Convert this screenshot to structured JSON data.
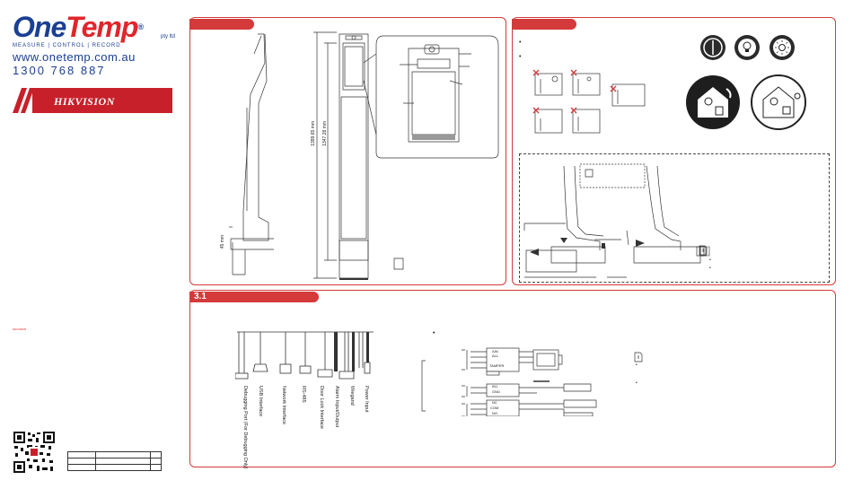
{
  "brand": {
    "logo_one": "One",
    "logo_temp": "Temp",
    "logo_reg": "®",
    "logo_suffix": "pty ltd",
    "tagline": "MEASURE | CONTROL | RECORD",
    "website": "www.onetemp.com.au",
    "phone": "1300 768 887",
    "partner": "HIKVISION",
    "small_mark": "HIKVISION"
  },
  "colors": {
    "accent_red": "#d43a3a",
    "brand_blue": "#1b3f95",
    "brand_red": "#e0262b"
  },
  "panels": {
    "wiring_title": "3.1"
  },
  "dimensions": {
    "total_height": "1399.65 mm",
    "inner_height": "1347.28 mm",
    "side_depth": "45 mm"
  },
  "ports": [
    "Debugging Port (For Debugging Only)",
    "USB Interface",
    "Network Interface",
    "RS-485",
    "Door Lock Interface",
    "Alarm Input/Output",
    "Wiegand",
    "Power Input"
  ],
  "wiring": {
    "group1": [
      "AIN",
      "ALL",
      "TAMPER"
    ],
    "group2": [
      "IN1",
      "GND"
    ],
    "group3": [
      "NC",
      "COM",
      "NO"
    ]
  },
  "icons": {
    "install_icons": [
      "indoor-icon",
      "bulb-icon",
      "sun-icon"
    ],
    "note_icon": "note-icon"
  }
}
